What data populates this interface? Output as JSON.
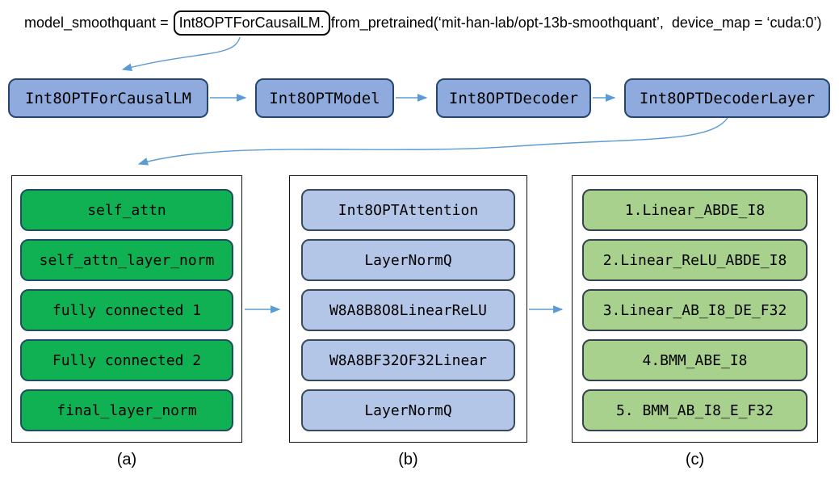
{
  "code_line": {
    "prefix": "model_smoothquant = ",
    "boxed": "Int8OPTForCausalLM.",
    "suffix": "from_pretrained(‘mit-han-lab/opt-13b-smoothquant’,  device_map = ‘cuda:0’)"
  },
  "pipeline": [
    "Int8OPTForCausalLM",
    "Int8OPTModel",
    "Int8OPTDecoder",
    "Int8OPTDecoderLayer"
  ],
  "columns": [
    {
      "label": "(a)",
      "items": [
        "self_attn",
        "self_attn_layer_norm",
        "fully connected 1",
        "Fully connected 2",
        "final_layer_norm"
      ]
    },
    {
      "label": "(b)",
      "items": [
        "Int8OPTAttention",
        "LayerNormQ",
        "W8A8B8O8LinearReLU",
        "W8A8BF32OF32Linear",
        "LayerNormQ"
      ]
    },
    {
      "label": "(c)",
      "items": [
        "1.Linear_ABDE_I8",
        "2.Linear_ReLU_ABDE_I8",
        "3.Linear_AB_I8_DE_F32",
        "4.BMM_ABE_I8",
        "5. BMM_AB_I8_E_F32"
      ]
    }
  ],
  "colors": {
    "arrow": "#5B9BD5",
    "pipeline_fill": "#8FAADC",
    "pipeline_border": "#24466E",
    "green_fill": "#10B153",
    "green_border": "#1F4E63",
    "lightblue_fill": "#B4C6E7",
    "lightblue_border": "#3A4A5E",
    "lightgreen_fill": "#A9D18E",
    "lightgreen_border": "#37424F",
    "container_border": "#111111",
    "code_box_border": "#000000",
    "text": "#000000"
  }
}
